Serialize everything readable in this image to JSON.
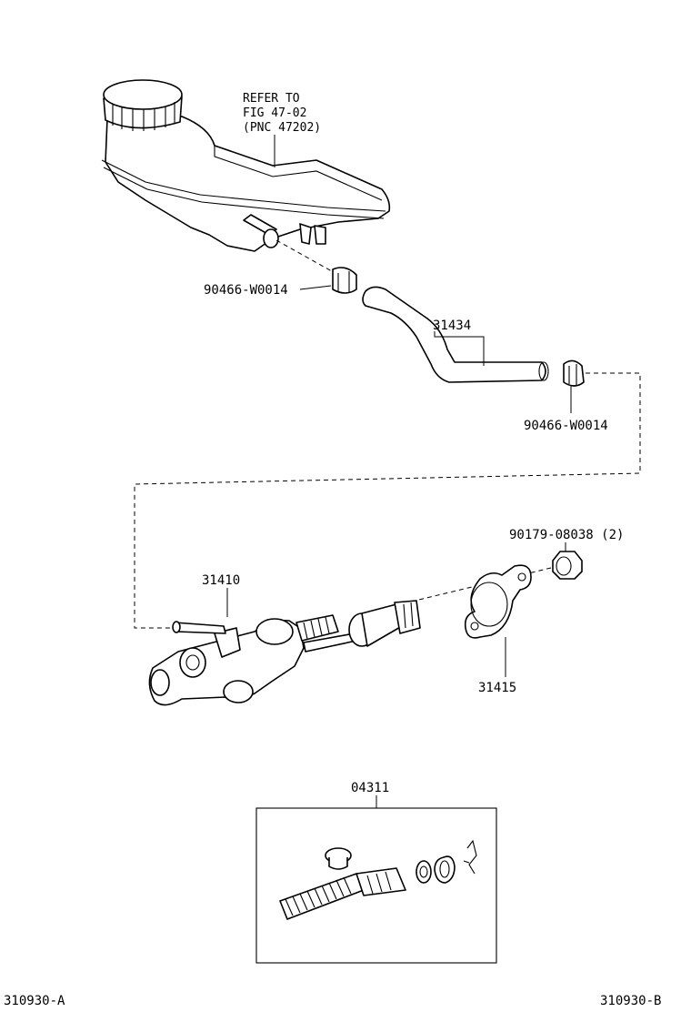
{
  "reference_note": {
    "line1": "REFER TO",
    "line2": "FIG 47-02",
    "line3": "(PNC 47202)"
  },
  "parts": {
    "clip_upper": "90466-W0014",
    "hose": "31434",
    "clip_lower": "90466-W0014",
    "nut": "90179-08038 (2)",
    "master_cylinder": "31410",
    "gasket": "31415",
    "repair_kit": "04311"
  },
  "footer": {
    "left_code": "310930-A",
    "right_code": "310930-B"
  }
}
